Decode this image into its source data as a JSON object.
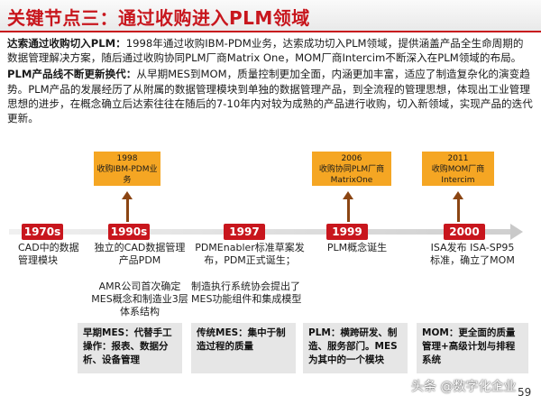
{
  "title": "关键节点三：通过收购进入PLM领域",
  "intro": {
    "p1_head": "达索通过收购切入PLM：",
    "p1_body": "1998年通过收购IBM-PDM业务，达索成功切入PLM领域，提供涵盖产品全生命周期的数据管理解决方案，随后通过收购协同PLM厂商Matrix One，MOM厂商Intercim不断深入在PLM领域的布局。",
    "p2_head": "PLM产品线不断更新换代：",
    "p2_body": "从早期MES到MOM，质量控制更加全面，内涵更加丰富，适应了制造复杂化的演变趋势。PLM产品的发展经历了从附属的数据管理模块到单独的数据管理产品，到全流程的管理思想，体现出工业管理思想的进步，在概念确立后达索往往在随后的7-10年内对较为成熟的产品进行收购，切入新领域，实现产品的迭代更新。"
  },
  "acquisitions": [
    {
      "year": "1998",
      "label": "收购IBM-PDM业务"
    },
    {
      "year": "2006",
      "label": "收购协同PLM厂商MatrixOne"
    },
    {
      "year": "2011",
      "label": "收购MOM厂商Intercim"
    }
  ],
  "timeline": [
    "1970s",
    "1990s",
    "1997",
    "1999",
    "2000"
  ],
  "events": {
    "e1970s": "CAD中的数据管理模块",
    "e1990s_a": "独立的CAD数据管理产品PDM",
    "e1990s_b": "AMR公司首次确定MES概念和制造业3层体系结构",
    "e1997_a": "PDMEnabler标准草案发布，PDM正式诞生；",
    "e1997_b": "制造执行系统协会提出了MES功能组件和集成模型",
    "e1999": "PLM概念诞生",
    "e2000": "ISA发布 ISA-SP95标准，确立了MOM"
  },
  "bottom": [
    "早期MES：代替手工操作：报表、数据分析、设备管理",
    "传统MES：集中于制造过程的质量",
    "PLM：横跨研发、制造、服务部门。MES为其中的一个模块",
    "MOM：更全面的质量管理+高级计划与排程系统"
  ],
  "watermark": "头条 @数字化企业",
  "page": "59"
}
